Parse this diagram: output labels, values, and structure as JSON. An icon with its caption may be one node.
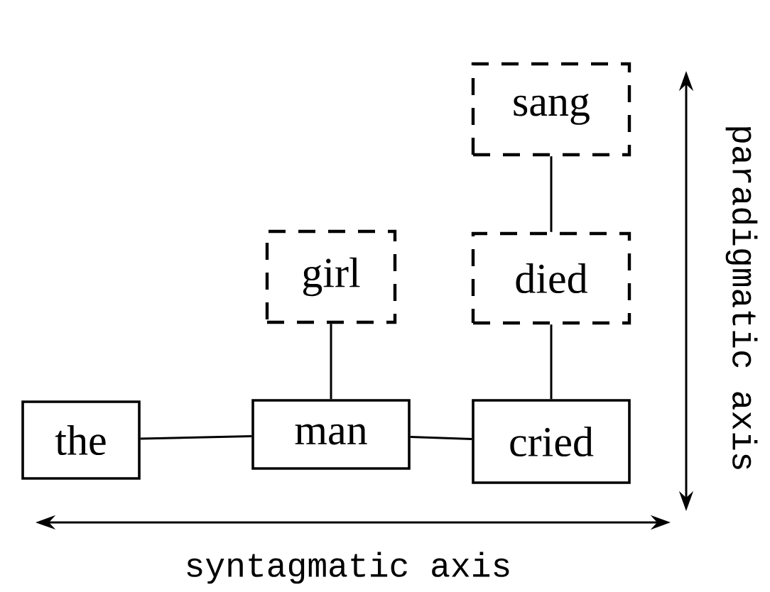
{
  "diagram": {
    "nodes": [
      {
        "text": [
          "the"
        ]
      },
      {
        "text": [
          "man"
        ]
      },
      {
        "text": [
          "cried"
        ]
      },
      {
        "text": [
          "girl"
        ]
      },
      {
        "text": [
          "died"
        ]
      },
      {
        "text": [
          "sang"
        ]
      }
    ],
    "edges": [
      {
        "from": 0,
        "to": 1,
        "arrow": "none"
      },
      {
        "from": 1,
        "to": 2,
        "arrow": "none"
      },
      {
        "from": 1,
        "to": 3,
        "arrow": "none"
      },
      {
        "from": 2,
        "to": 4,
        "arrow": "none"
      },
      {
        "from": 4,
        "to": 5,
        "arrow": "none"
      }
    ],
    "labels": [
      "syntagmatic axis",
      "paradigmatic axis"
    ]
  }
}
